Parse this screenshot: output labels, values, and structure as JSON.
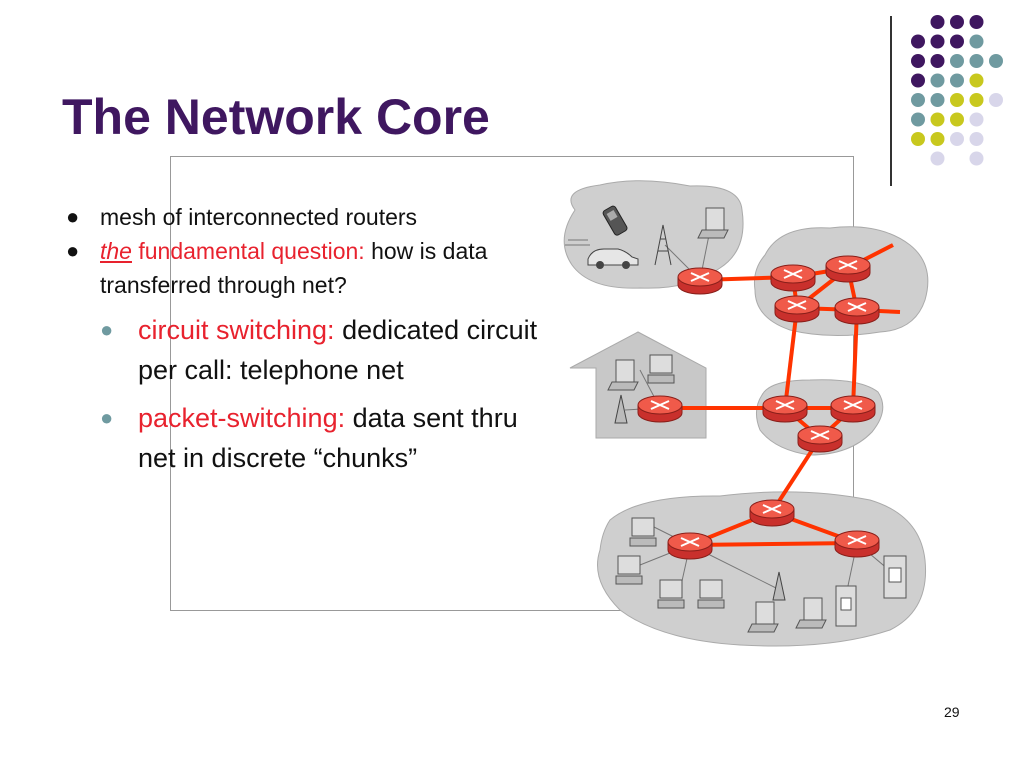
{
  "slide": {
    "title": "The Network Core",
    "page_number": "29"
  },
  "bullets": {
    "b1": "mesh of interconnected routers",
    "b2_em": "the",
    "b2_red": " fundamental question:",
    "b2_rest": " how is data transferred through net?",
    "sub1_red": "circuit switching:",
    "sub1_rest": " dedicated circuit per call: telephone net",
    "sub2_red": "packet-switching:",
    "sub2_rest": " data sent thru net in discrete “chunks”"
  },
  "colors": {
    "title": "#3f1760",
    "accent_red": "#e8222e",
    "router": "#f05a4a",
    "link": "#ff3300",
    "dot_purple": "#3f1760",
    "dot_teal": "#6f9aa0",
    "dot_yellow": "#c8c81e",
    "dot_lavender": "#d8d6ea"
  },
  "icons": [
    "router-icon",
    "laptop-icon",
    "desktop-icon",
    "cellphone-icon",
    "car-icon",
    "cell-tower-icon",
    "server-icon",
    "house-icon"
  ]
}
